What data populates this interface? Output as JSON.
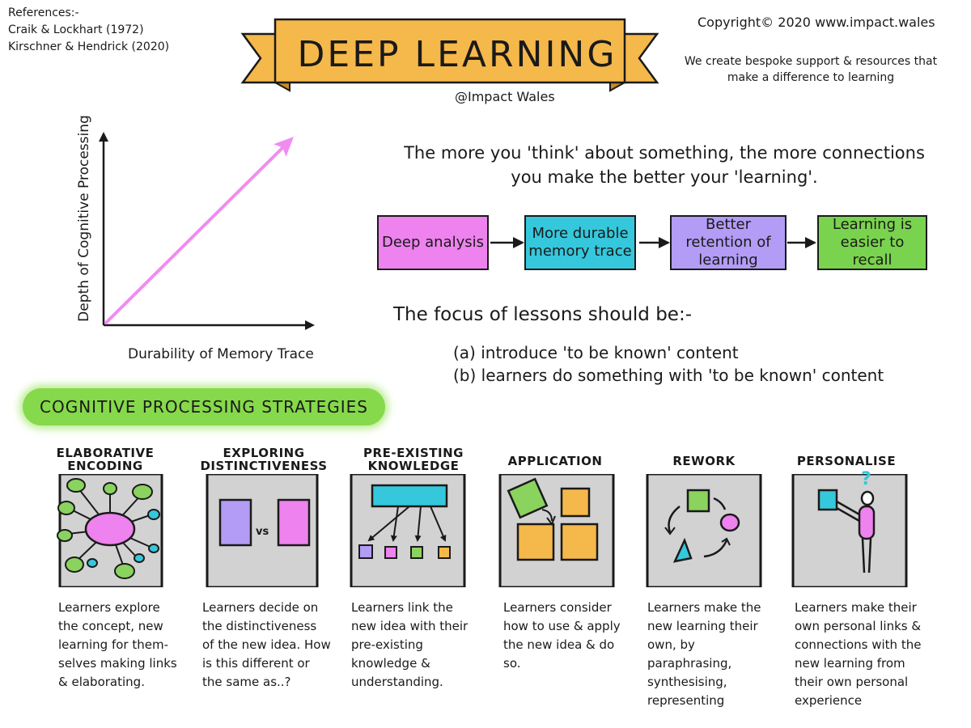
{
  "references": {
    "heading": "References:-",
    "items": [
      "Craik & Lockhart (1972)",
      "Kirschner & Hendrick (2020)"
    ]
  },
  "banner": {
    "title": "DEEP LEARNING",
    "handle": "@Impact Wales",
    "color": "#f5b84a"
  },
  "copyright": "Copyright© 2020 www.impact.wales",
  "tagline": "We create bespoke support & resources that make a difference to learning",
  "graph": {
    "ylabel": "Depth of Cognitive Processing",
    "xlabel": "Durability of Memory Trace",
    "line_color": "#f08cf0"
  },
  "statement": "The more you 'think' about something, the more connections you make the better your 'learning'.",
  "flow": [
    {
      "label": "Deep analysis",
      "color": "#ee82ee"
    },
    {
      "label": "More durable memory trace",
      "color": "#35c8dc"
    },
    {
      "label": "Better retention of learning",
      "color": "#b29cf5"
    },
    {
      "label": "Learning is easier to recall",
      "color": "#7ad34e"
    }
  ],
  "focus": {
    "title": "The focus of lessons should be:-",
    "items": [
      "(a)  introduce 'to be known' content",
      "(b)  learners do something with 'to be known' content"
    ]
  },
  "strategies_heading": "COGNITIVE PROCESSING STRATEGIES",
  "strategies": [
    {
      "title": "ELABORATIVE ENCODING",
      "description": "Learners explore the concept, new learning for them-selves making links & elaborating.",
      "icon": "mind-map-icon"
    },
    {
      "title": "EXPLORING DISTINCTIVENESS",
      "description": "Learners decide on the distinctiveness of the new idea. How is this different or the same as..?",
      "icon": "compare-vs-icon",
      "vs_label": "vs"
    },
    {
      "title": "PRE-EXISTING KNOWLEDGE LINKS",
      "description": "Learners link the new idea with their pre-existing knowledge & understanding.",
      "icon": "hierarchy-icon"
    },
    {
      "title": "APPLICATION",
      "description": "Learners consider how to use & apply the new idea & do so.",
      "icon": "puzzle-fit-icon"
    },
    {
      "title": "REWORK",
      "description": "Learners make the new learning their own, by paraphrasing, synthesising, representing",
      "icon": "cycle-shapes-icon"
    },
    {
      "title": "PERSONALISE",
      "description": "Learners make their own personal links & connections with the new learning from their own personal experience",
      "icon": "person-question-icon",
      "symbol": "?"
    }
  ]
}
